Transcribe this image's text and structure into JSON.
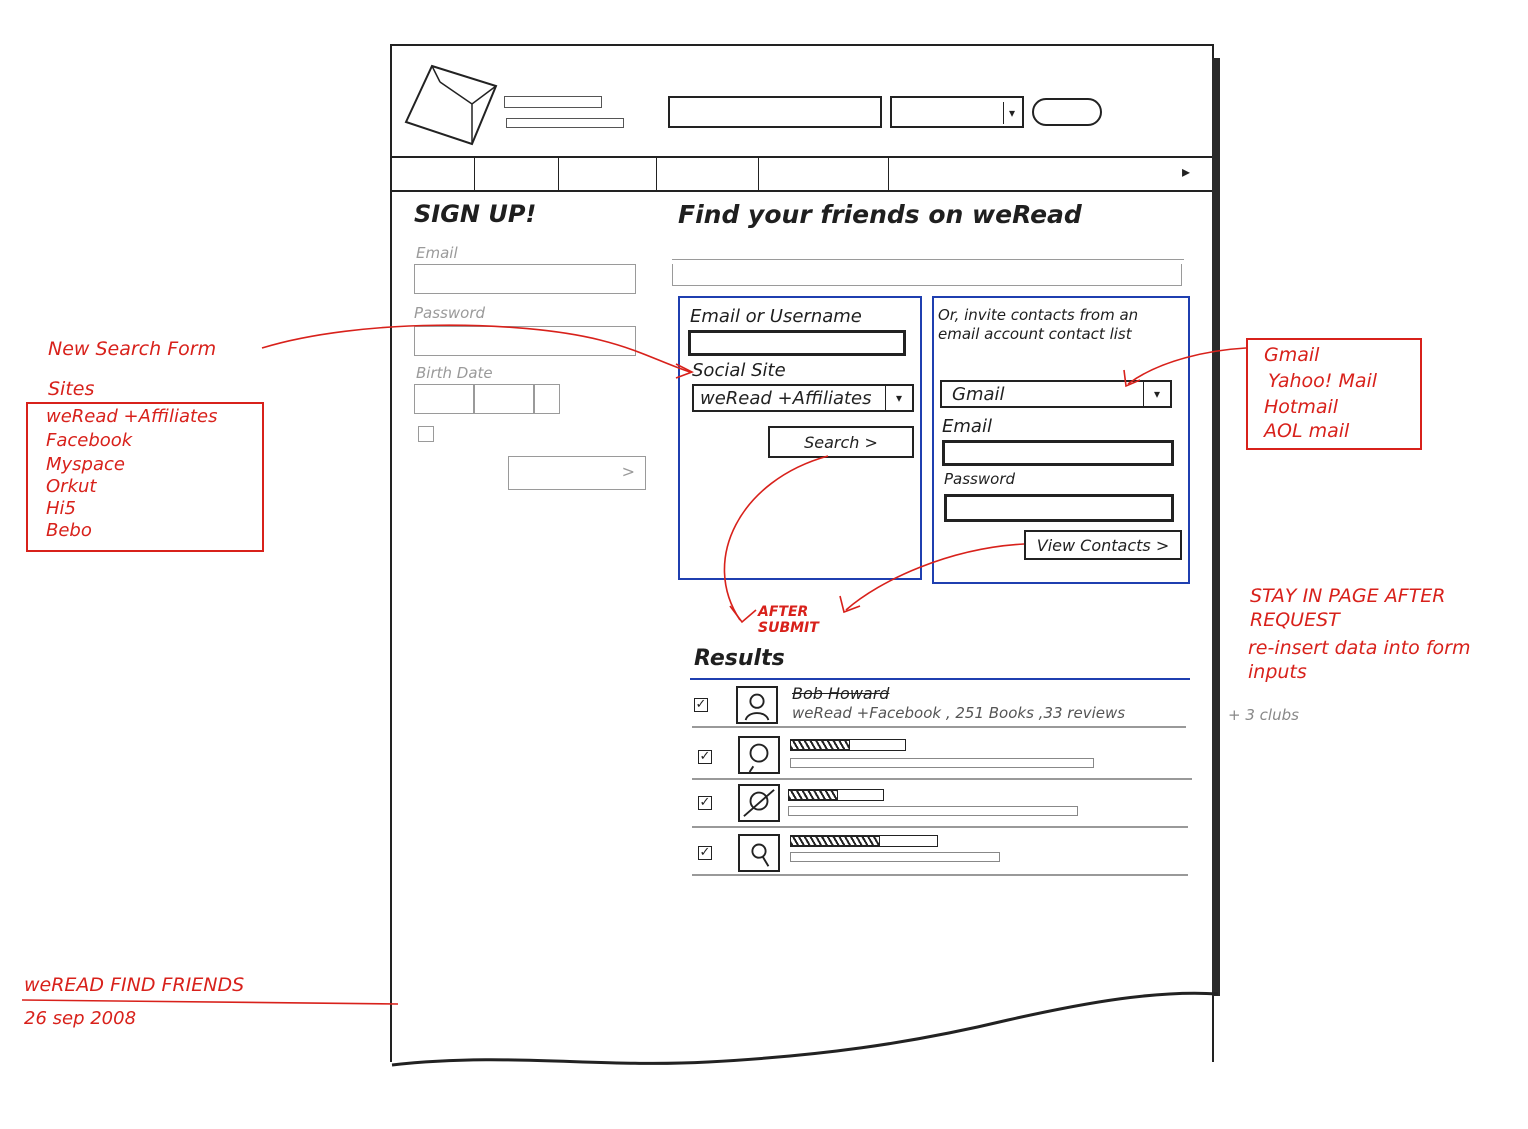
{
  "header": {
    "search_placeholder": "",
    "dropdown_arrow": "▾"
  },
  "nav": {
    "arrow": "▸"
  },
  "signup": {
    "title": "SIGN UP!",
    "email_label": "Email",
    "password_label": "Password",
    "birthdate_label": "Birth Date",
    "submit_arrow": ">"
  },
  "find": {
    "title": "Find your friends on weRead"
  },
  "search_form": {
    "email_label": "Email or Username",
    "social_label": "Social Site",
    "social_value": "weRead +Affiliates",
    "search_button": "Search >"
  },
  "invite_form": {
    "intro": "Or, invite contacts from an email account contact list",
    "provider_value": "Gmail",
    "email_label": "Email",
    "password_label": "Password",
    "view_button": "View Contacts >"
  },
  "results": {
    "title": "Results",
    "rows": [
      {
        "checked": "✓",
        "name": "Bob Howard",
        "meta": "weRead +Facebook , 251 Books ,33 reviews",
        "extra": "+ 3 clubs"
      },
      {
        "checked": "✓"
      },
      {
        "checked": "✓"
      },
      {
        "checked": "✓"
      }
    ]
  },
  "annotations": {
    "new_search_form": "New Search Form",
    "sites_title": "Sites",
    "sites": [
      "weRead +Affiliates",
      "Facebook",
      "Myspace",
      "Orkut",
      "Hi5",
      "Bebo"
    ],
    "providers": [
      "Gmail",
      "Yahoo! Mail",
      "Hotmail",
      "AOL mail"
    ],
    "after_submit": "AFTER SUBMIT",
    "stay_in_page": "STAY IN PAGE AFTER REQUEST",
    "reinsert": "re-insert data into form inputs",
    "footer_title": "weREAD FIND FRIENDS",
    "footer_date": "26 sep 2008"
  },
  "colors": {
    "annotation": "#d8211b",
    "form_border": "#1f3fb0",
    "ink": "#1f1f1f"
  }
}
